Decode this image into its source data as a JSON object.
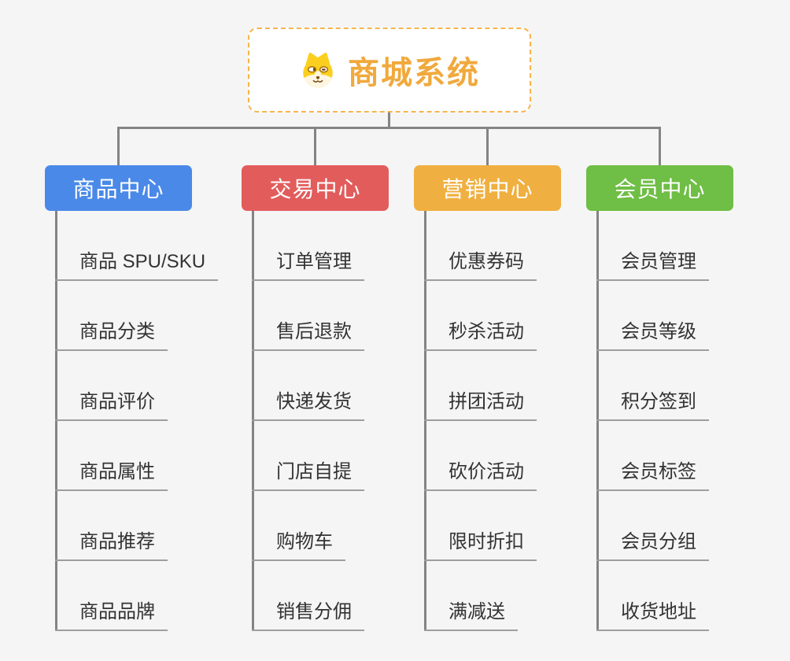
{
  "canvas": {
    "background": "#f5f5f5",
    "connector_color": "#848484",
    "leaf_underline_color": "#9e9e9e"
  },
  "root": {
    "title": "商城系统",
    "icon": "shiba-dog-icon",
    "text_color": "#f0a93c",
    "border_color": "#f6b44e"
  },
  "branches": [
    {
      "label": "商品中心",
      "color": "#4a89e8",
      "children": [
        "商品 SPU/SKU",
        "商品分类",
        "商品评价",
        "商品属性",
        "商品推荐",
        "商品品牌"
      ]
    },
    {
      "label": "交易中心",
      "color": "#e25c5c",
      "children": [
        "订单管理",
        "售后退款",
        "快递发货",
        "门店自提",
        "购物车",
        "销售分佣"
      ]
    },
    {
      "label": "营销中心",
      "color": "#efb041",
      "children": [
        "优惠券码",
        "秒杀活动",
        "拼团活动",
        "砍价活动",
        "限时折扣",
        "满减送"
      ]
    },
    {
      "label": "会员中心",
      "color": "#6fbe45",
      "children": [
        "会员管理",
        "会员等级",
        "积分签到",
        "会员标签",
        "会员分组",
        "收货地址"
      ]
    }
  ]
}
